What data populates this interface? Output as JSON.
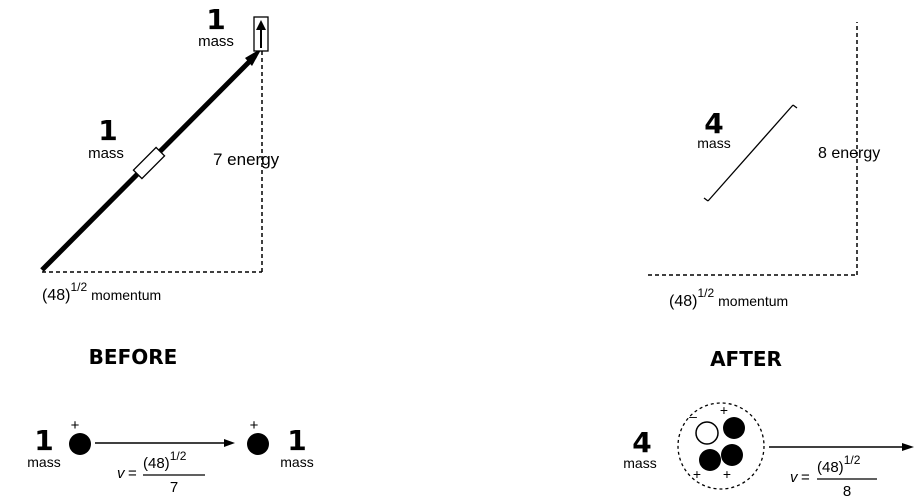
{
  "before": {
    "diagram": {
      "mass_top_number": "1",
      "mass_top_label": "mass",
      "mass_mid_number": "1",
      "mass_mid_label": "mass",
      "energy_label": "7 energy",
      "momentum_base": "(48)",
      "momentum_exp": "1/2",
      "momentum_word": "momentum"
    },
    "heading": "BEFORE",
    "particles": {
      "left_number": "1",
      "left_label": "mass",
      "left_charge": "+",
      "right_number": "1",
      "right_label": "mass",
      "right_charge": "+",
      "velocity_v": "v",
      "velocity_eq": "=",
      "velocity_num_base": "(48)",
      "velocity_num_exp": "1/2",
      "velocity_den": "7"
    }
  },
  "after": {
    "diagram": {
      "mass_number": "4",
      "mass_label": "mass",
      "energy_label": "8 energy",
      "momentum_base": "(48)",
      "momentum_exp": "1/2",
      "momentum_word": "momentum"
    },
    "heading": "AFTER",
    "particles": {
      "mass_number": "4",
      "mass_label": "mass",
      "charge_minus": "–",
      "charge_plus_1": "+",
      "charge_plus_2": "+",
      "charge_plus_3": "+",
      "velocity_v": "v",
      "velocity_eq": "=",
      "velocity_num_base": "(48)",
      "velocity_num_exp": "1/2",
      "velocity_den": "8"
    }
  }
}
